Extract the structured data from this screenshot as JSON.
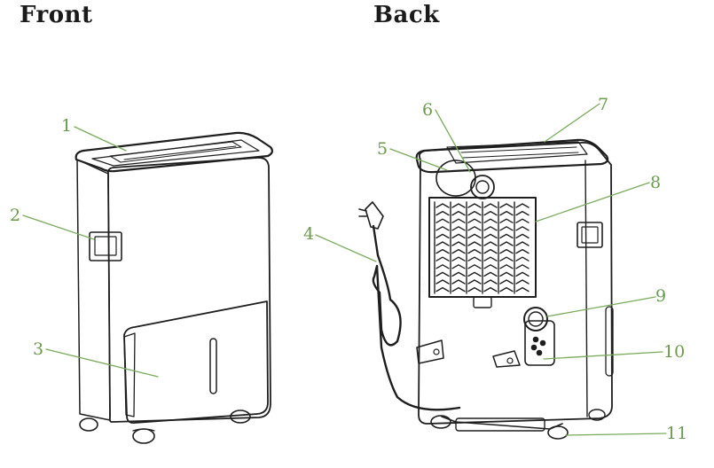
{
  "headings": {
    "front": "Front",
    "back": "Back"
  },
  "callouts": [
    {
      "id": "1",
      "view": "front"
    },
    {
      "id": "2",
      "view": "front"
    },
    {
      "id": "3",
      "view": "front"
    },
    {
      "id": "4",
      "view": "back"
    },
    {
      "id": "5",
      "view": "back"
    },
    {
      "id": "6",
      "view": "back"
    },
    {
      "id": "7",
      "view": "back"
    },
    {
      "id": "8",
      "view": "back"
    },
    {
      "id": "9",
      "view": "back"
    },
    {
      "id": "10",
      "view": "back"
    },
    {
      "id": "11",
      "view": "back"
    }
  ],
  "colors": {
    "label": "#6a9a4e",
    "leader": "#7aaa5c",
    "outline": "#1e1e1e",
    "background": "#ffffff"
  }
}
